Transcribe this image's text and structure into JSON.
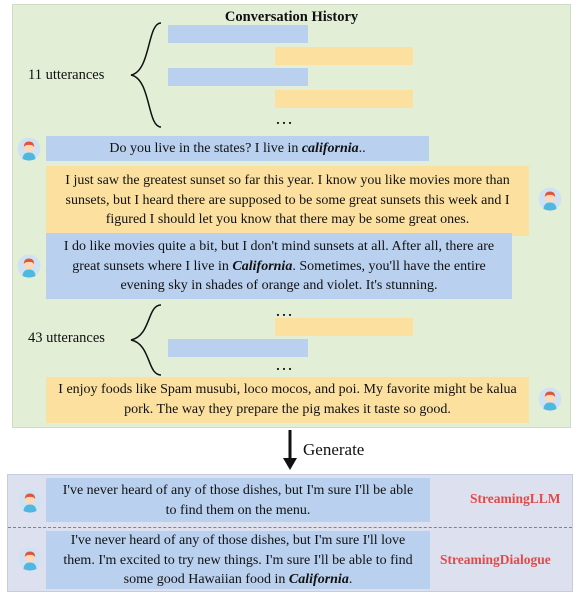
{
  "history": {
    "title": "Conversation History",
    "brace_top_label": "11 utterances",
    "brace_bottom_label": "43 utterances",
    "ellipsis": "…",
    "utterances": [
      {
        "speaker": "A",
        "pre": "Do you live in the states? I live in ",
        "emph": "california",
        "post": ".."
      },
      {
        "speaker": "B",
        "text": "I just saw the greatest sunset so far this year. I know you like movies more than sunsets, but I heard there are supposed to be some great sunsets this week and I figured I should let you know that there may be some great ones."
      },
      {
        "speaker": "A",
        "pre": "I do like movies quite a bit, but I don't mind sunsets at all. After all, there are great sunsets where I live in ",
        "emph": "California",
        "post": ". Sometimes, you'll have the entire evening sky in shades of orange and violet. It's stunning."
      },
      {
        "speaker": "B",
        "text": "I enjoy foods like Spam musubi, loco mocos, and poi. My favorite might be kalua pork. The way they prepare the pig makes it taste so good."
      }
    ]
  },
  "generate_label": "Generate",
  "results": [
    {
      "model": "StreamingLLM",
      "text": "I've never heard of any of those dishes, but I'm sure I'll be able to find them on the menu."
    },
    {
      "model": "StreamingDialogue",
      "pre": "I've never heard of any of those dishes, but I'm sure I'll love them. I'm excited to try new things. I'm sure I'll be able to find some good Hawaiian food in ",
      "emph": "California",
      "post": "."
    }
  ],
  "colors": {
    "history_bg": "#e3eed6",
    "bubble_blue": "#b9d0ee",
    "bubble_yellow": "#fbe0a0",
    "results_bg": "#dde0ee",
    "model_label": "#e24a4a",
    "divider": "#6a7fd0"
  },
  "icons": {
    "user_avatar": "user-avatar-icon",
    "bot_avatar": "bot-avatar-icon"
  }
}
